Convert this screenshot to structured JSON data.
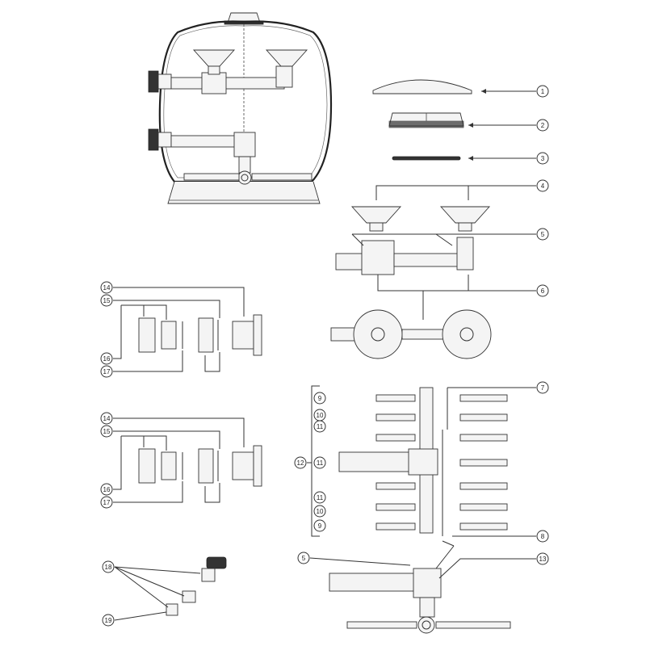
{
  "callouts": {
    "c1": "1",
    "c2": "2",
    "c3": "3",
    "c4": "4",
    "c5a": "5",
    "c6": "6",
    "c7": "7",
    "c8": "8",
    "c9a": "9",
    "c9b": "9",
    "c10a": "10",
    "c10b": "10",
    "c11a": "11",
    "c11b": "11",
    "c11c": "11",
    "c12": "12",
    "c13": "13",
    "c14a": "14",
    "c14b": "14",
    "c15a": "15",
    "c15b": "15",
    "c16a": "16",
    "c16b": "16",
    "c17a": "17",
    "c17b": "17",
    "c18": "18",
    "c19": "19",
    "c5b": "5"
  },
  "colors": {
    "line": "#333333",
    "fill": "#f4f4f4",
    "dark": "#333333"
  },
  "icons": [
    "tank-icon",
    "dome-cover-icon",
    "screw-lid-icon",
    "oring-icon",
    "diffuser-cone-icon",
    "pipe-assembly-icon",
    "lateral-icon",
    "union-nut-icon",
    "bulkhead-fitting-icon",
    "drain-plug-icon"
  ]
}
